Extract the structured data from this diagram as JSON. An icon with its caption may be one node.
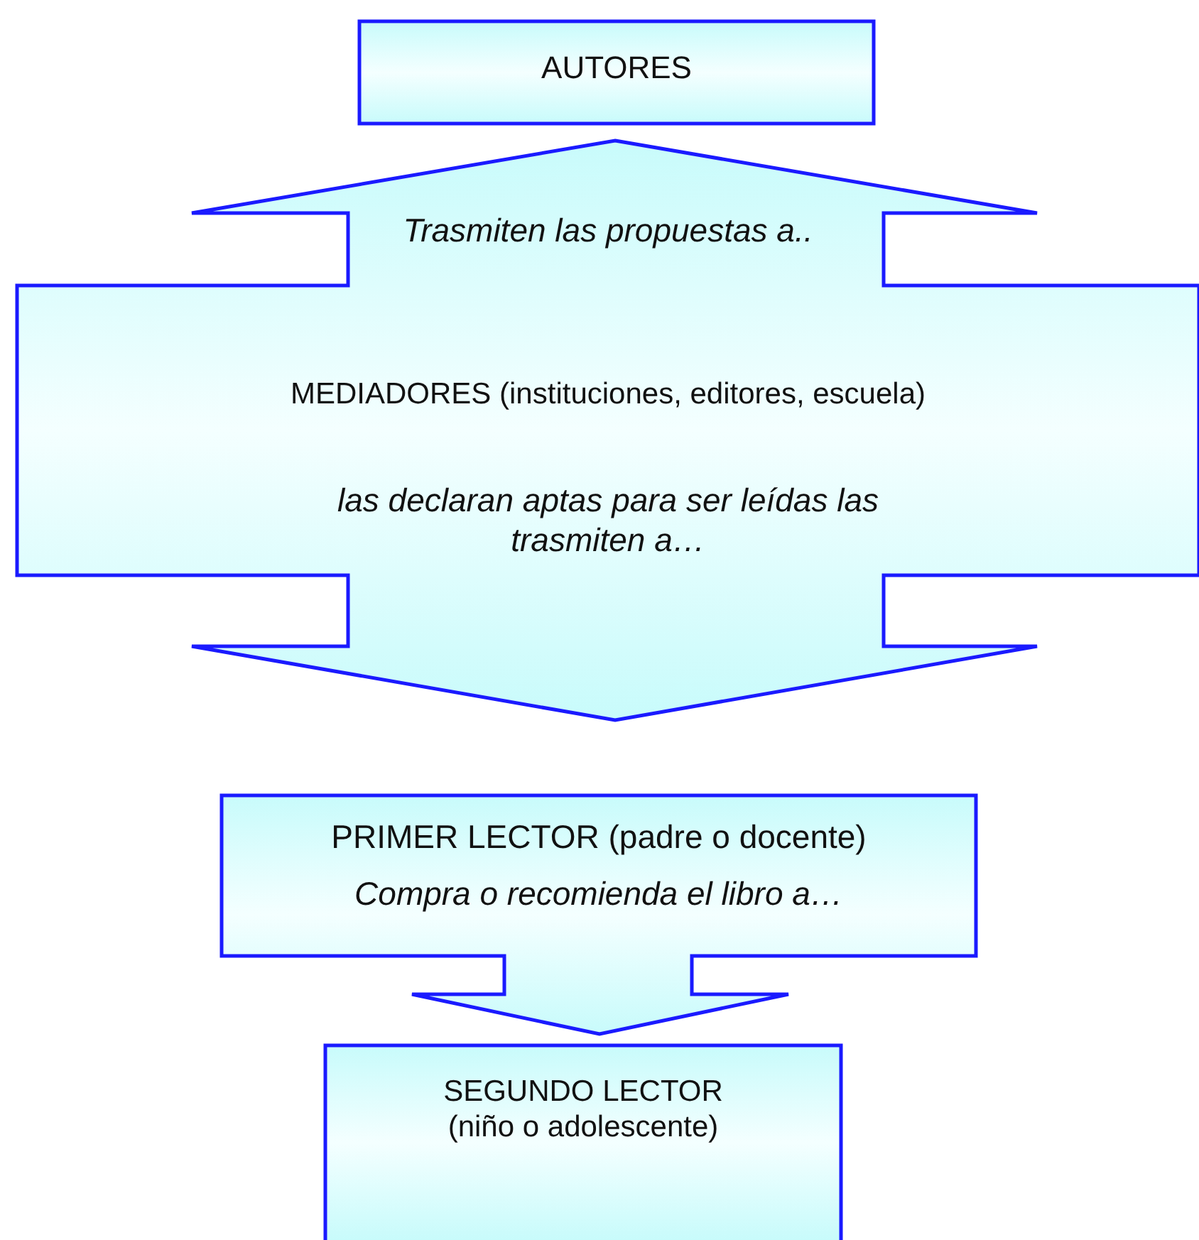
{
  "diagram": {
    "nodes": [
      {
        "text": [
          "AUTORES"
        ]
      },
      {
        "text": [
          "Trasmiten las propuestas a..",
          "MEDIADORES (instituciones, editores, escuela)",
          "las declaran aptas para ser leídas las trasmiten a…"
        ]
      },
      {
        "text": [
          "PRIMER LECTOR (padre o docente)",
          "Compra o recomienda el libro a…"
        ]
      },
      {
        "text": [
          "SEGUNDO LECTOR (niño o adolescente)"
        ]
      }
    ]
  }
}
